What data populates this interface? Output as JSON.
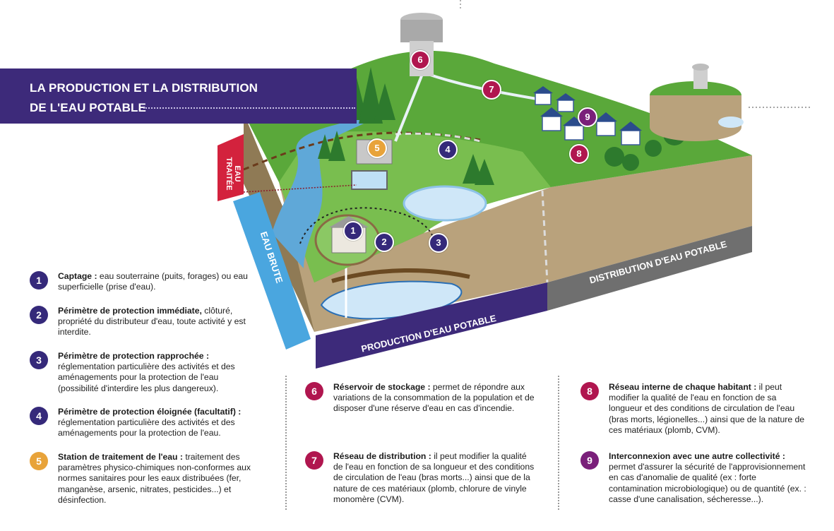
{
  "title": {
    "line1": "LA PRODUCTION ET LA DISTRIBUTION",
    "line2": "DE L'EAU POTABLE"
  },
  "bands": {
    "eau_traitee": "EAU TRAITÉE",
    "eau_brute": "EAU BRUTE",
    "production": "PRODUCTION D'EAU POTABLE",
    "distribution": "DISTRIBUTION D'EAU POTABLE"
  },
  "colors": {
    "navy": "#3d2a7a",
    "navy_marker": "#35297a",
    "orange": "#e8a33a",
    "crimson": "#b0164f",
    "purple": "#7a1f7a",
    "grass": "#5aa83a",
    "soil": "#b9a27c",
    "water": "#4aa6df",
    "red_band": "#d3223d",
    "gray_band": "#6f6f6f"
  },
  "markers": [
    "1",
    "2",
    "3",
    "4",
    "5",
    "6",
    "7",
    "8",
    "9"
  ],
  "legend": [
    {
      "num": "1",
      "bold": "Captage :",
      "text": " eau souterraine (puits, forages) ou eau superficielle (prise d'eau)."
    },
    {
      "num": "2",
      "bold": "Périmètre de protection immédiate,",
      "text": " clôturé, propriété du distributeur d'eau, toute activité y est interdite."
    },
    {
      "num": "3",
      "bold": "Périmètre de protection rapprochée :",
      "text": " réglementation particulière des activités et des aménagements pour la protection de l'eau (possibilité d'interdire les plus dangereux)."
    },
    {
      "num": "4",
      "bold": "Périmètre de protection éloignée (facultatif) :",
      "text": " réglementation particulière  des activités et des aménagements pour la protection de l'eau."
    },
    {
      "num": "5",
      "bold": "Station de traitement de l'eau :",
      "text": " traitement des paramètres physico-chimiques non-conformes aux normes sanitaires pour les eaux distribuées (fer, manganèse, arsenic, nitrates, pesticides...) et désinfection."
    },
    {
      "num": "6",
      "bold": "Réservoir de stockage :",
      "text": " permet de répondre aux variations de la consommation de la population et de disposer d'une réserve d'eau en cas d'incendie."
    },
    {
      "num": "7",
      "bold": "Réseau de distribution :",
      "text": " il peut modifier la qualité de l'eau en fonction de sa longueur et des conditions de circulation de l'eau (bras morts...) ainsi que de la nature de ces matériaux (plomb, chlorure de vinyle monomère (CVM)."
    },
    {
      "num": "8",
      "bold": "Réseau interne de chaque habitant :",
      "text": " il peut modifier la qualité de l'eau en fonction de sa longueur et des conditions de circulation de l'eau (bras morts, légionelles...) ainsi que de la nature de ces matériaux (plomb, CVM)."
    },
    {
      "num": "9",
      "bold": "Interconnexion avec une autre collectivité :",
      "text": " permet d'assurer la sécurité de l'approvisionnement en cas d'anomalie de qualité (ex : forte contamination microbiologique) ou de quantité (ex. : casse d'une canalisation, sécheresse...)."
    }
  ]
}
